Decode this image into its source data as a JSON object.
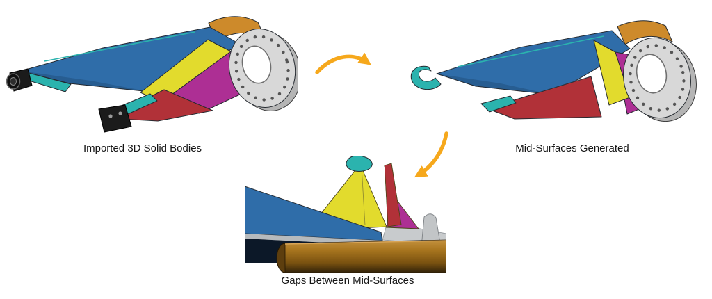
{
  "figure": {
    "background": "#ffffff",
    "panels": [
      {
        "id": "imported-solid-bodies",
        "caption": "Imported 3D Solid Bodies"
      },
      {
        "id": "mid-surfaces-generated",
        "caption": "Mid-Surfaces Generated"
      },
      {
        "id": "gaps-between-mid-surfaces",
        "caption": "Gaps Between Mid-Surfaces"
      }
    ],
    "arrows": [
      {
        "id": "solid-to-midsurface"
      },
      {
        "id": "midsurface-to-gaps"
      }
    ]
  },
  "colors": {
    "skin-blue": "#2f6da9",
    "skin-blue-dark": "#0c1828",
    "rib-yellow": "#e2db2d",
    "panel-magenta": "#ad2f94",
    "web-red": "#b13138",
    "edge-teal": "#2bb3ae",
    "cap-orange": "#cd8a2b",
    "flange-gray": "#d8d8d8",
    "cylinder-brown": "#a9761f",
    "silver": "#b6babd",
    "arrow-orange": "#f6a81c",
    "caption-text": "#161616",
    "outline": "#252a30"
  }
}
